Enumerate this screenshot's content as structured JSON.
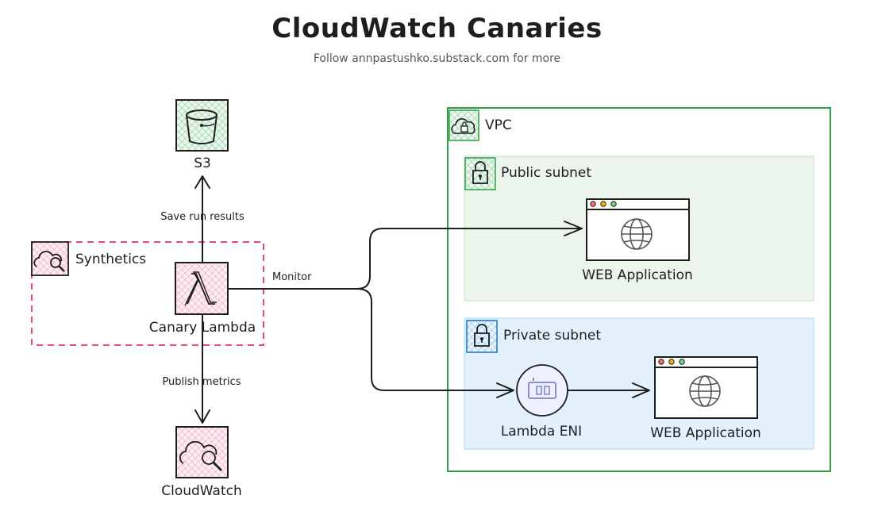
{
  "header": {
    "title": "CloudWatch Canaries",
    "subtitle": "Follow annpastushko.substack.com for more"
  },
  "nodes": {
    "s3": {
      "label": "S3",
      "icon": "s3-bucket-icon",
      "color": "#2f9e44"
    },
    "synthetics": {
      "label": "Synthetics",
      "icon": "cloudwatch-icon",
      "color": "#e64980"
    },
    "canary_lambda": {
      "label": "Canary Lambda",
      "icon": "lambda-icon",
      "color": "#e64980"
    },
    "cloudwatch": {
      "label": "CloudWatch",
      "icon": "cloudwatch-icon",
      "color": "#e64980"
    },
    "vpc": {
      "label": "VPC",
      "icon": "cloud-lock-icon",
      "color": "#2f9e44"
    },
    "public_subnet": {
      "label": "Public subnet",
      "icon": "lock-icon",
      "color": "#2f9e44",
      "fill": "#ebf5ec"
    },
    "private_subnet": {
      "label": "Private subnet",
      "icon": "lock-icon",
      "color": "#1971c2",
      "fill": "#e3f1fc"
    },
    "web_app_public": {
      "label": "WEB Application",
      "icon": "globe-icon"
    },
    "web_app_private": {
      "label": "WEB Application",
      "icon": "globe-icon"
    },
    "lambda_eni": {
      "label": "Lambda ENI",
      "icon": "network-interface-icon",
      "color": "#5c5fb8"
    }
  },
  "edges": {
    "save_results": "Save run results",
    "publish_metrics": "Publish metrics",
    "monitor": "Monitor"
  }
}
